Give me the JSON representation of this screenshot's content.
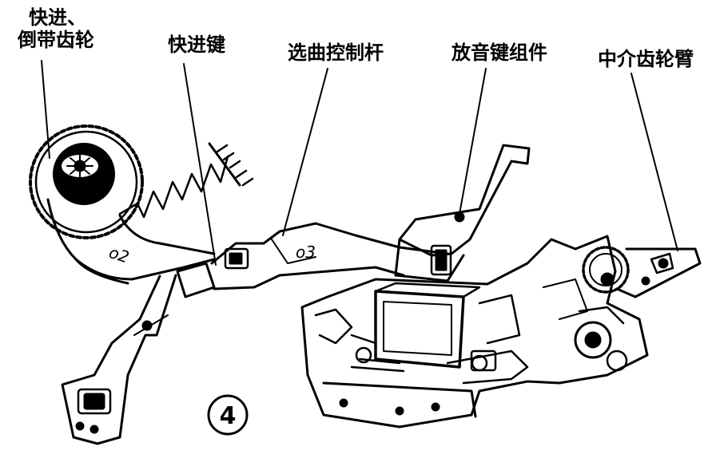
{
  "labels": {
    "gear_line1": "快进、",
    "gear_line2": "倒带齿轮",
    "fast_forward_key": "快进键",
    "track_select_lever": "选曲控制杆",
    "play_key_assembly": "放音键组件",
    "idler_gear_arm": "中介齿轮臂"
  },
  "part_marks": {
    "o2": "o2",
    "o3": "o3"
  },
  "figure_number": "4",
  "colors": {
    "ink": "#000000",
    "paper": "#ffffff"
  }
}
